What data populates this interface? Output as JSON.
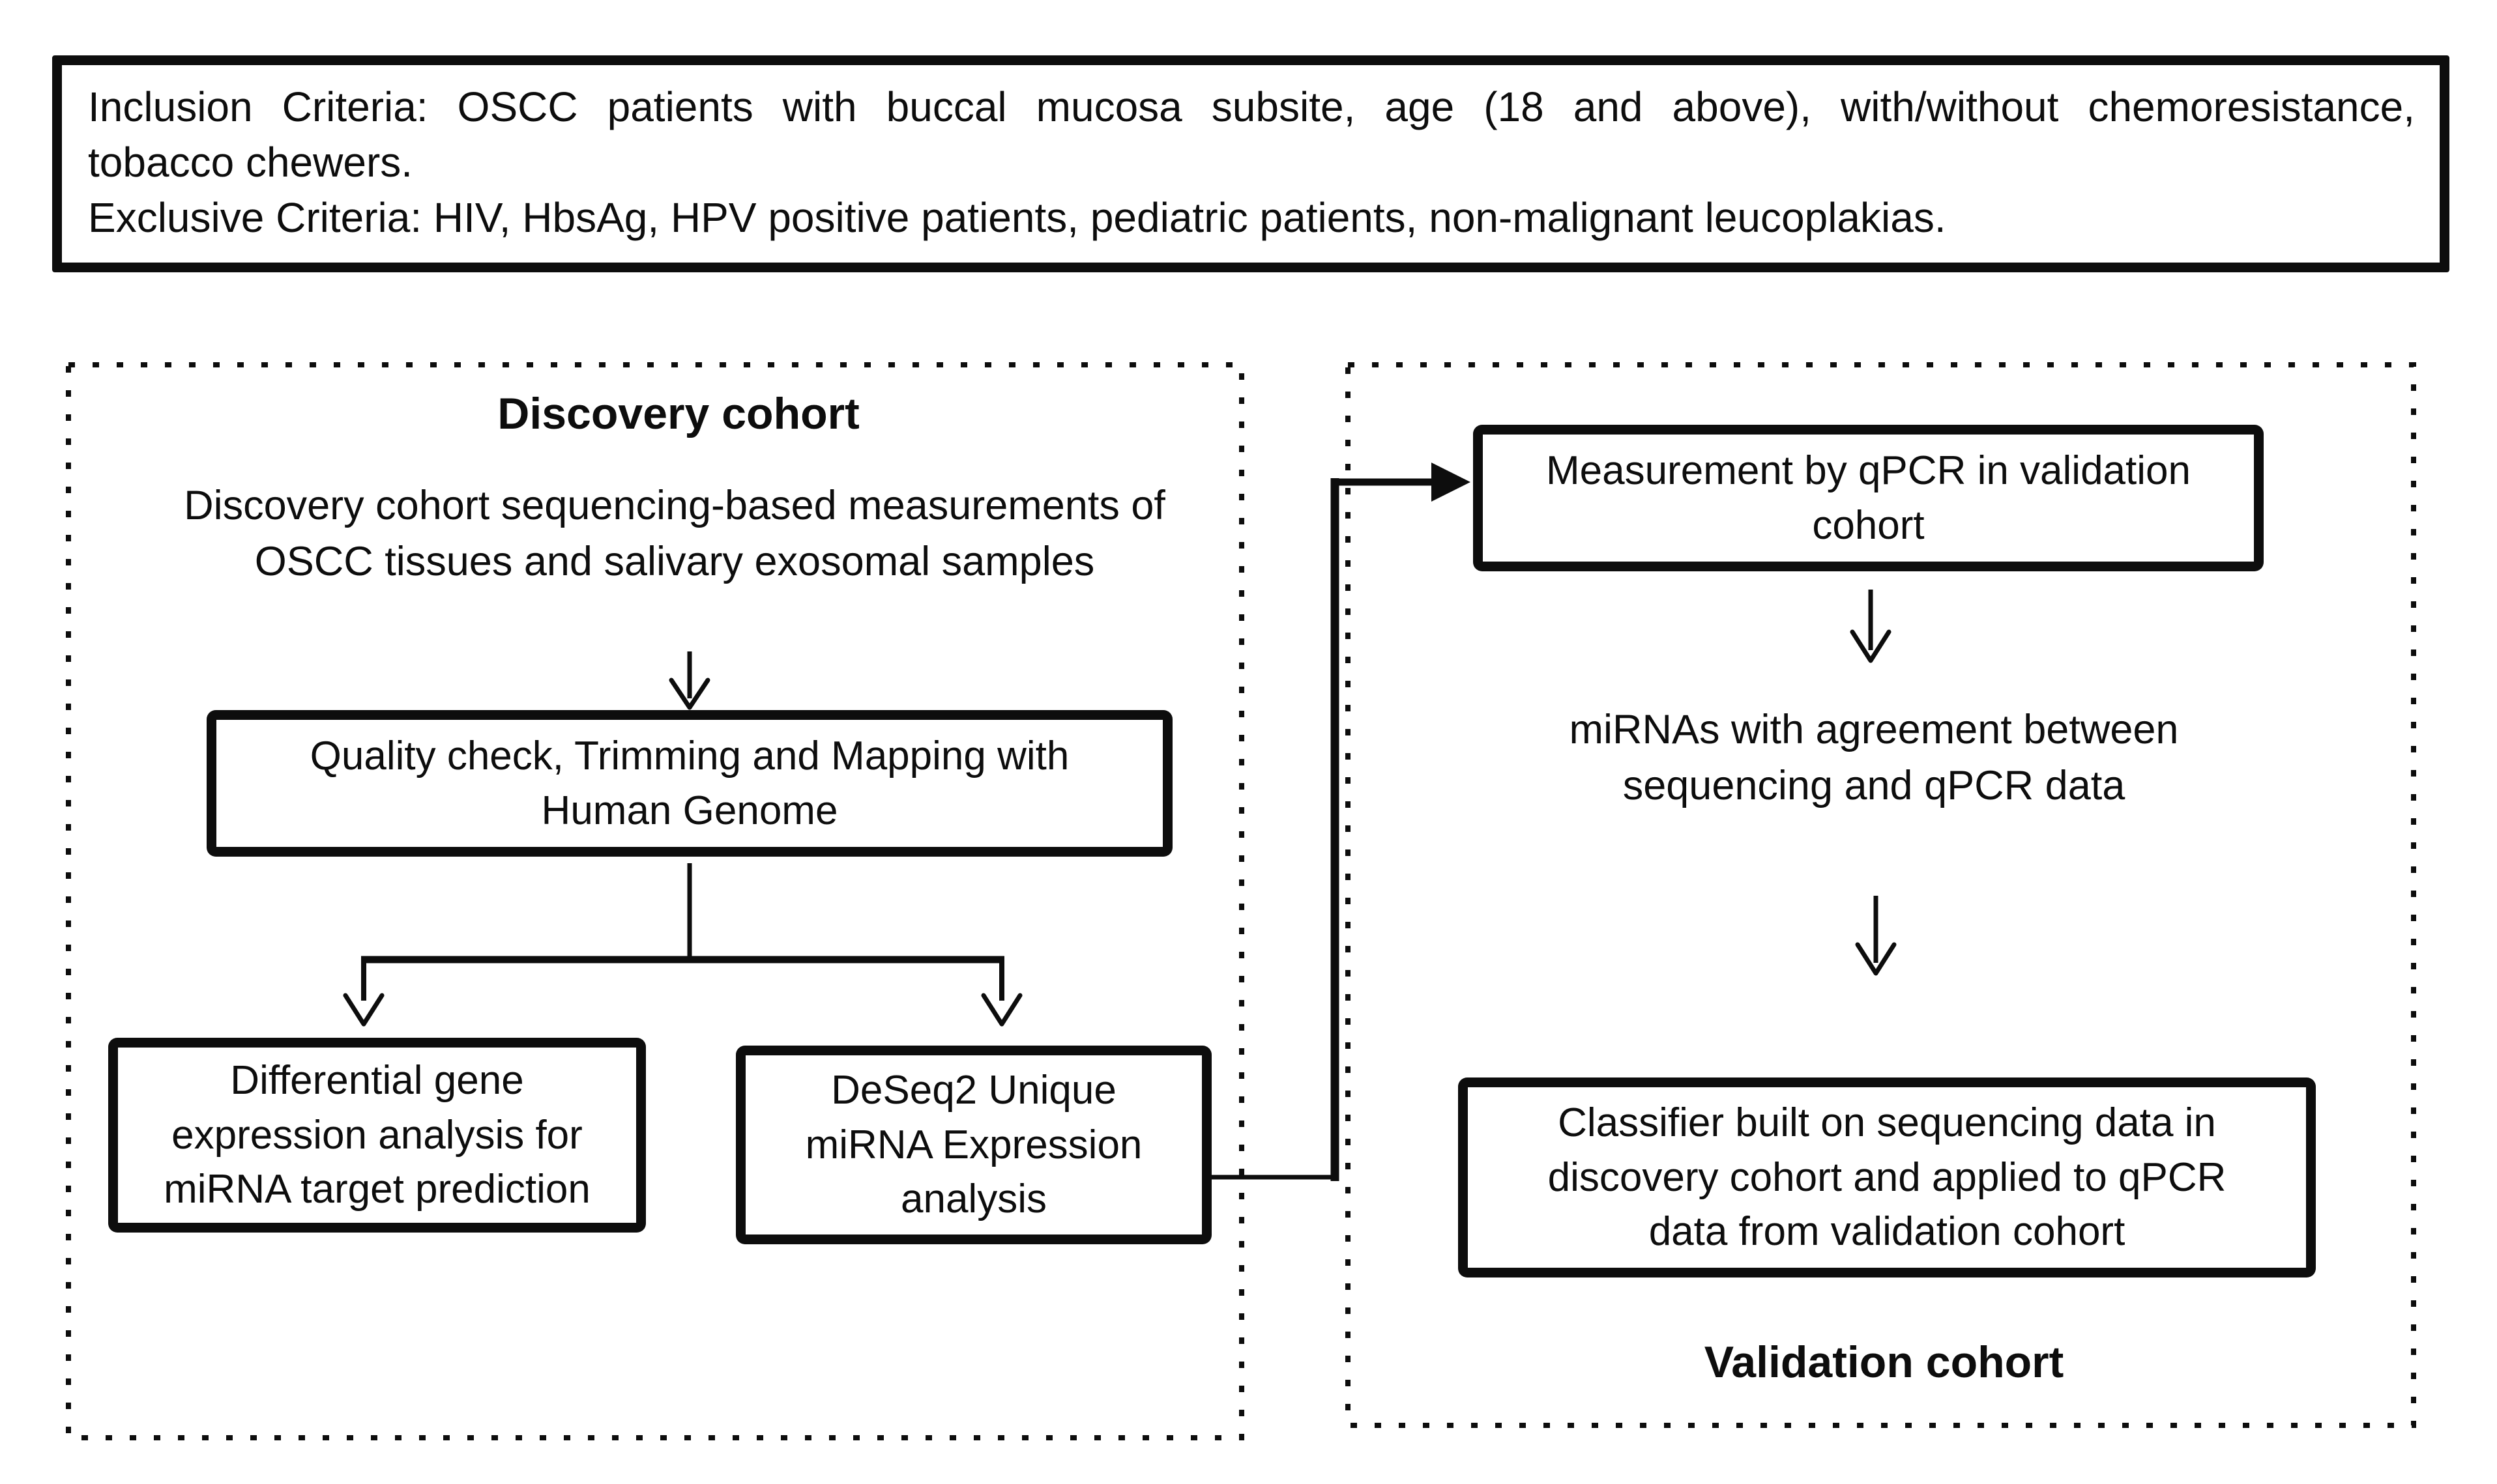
{
  "colors": {
    "ink": "#0d0d0d",
    "background": "#ffffff"
  },
  "criteria_box": {
    "inclusion_line1": "Inclusion Criteria: OSCC patients with buccal mucosa subsite, age (18 and above), with/without chemoresistance,",
    "inclusion_line2": "tobacco chewers.",
    "exclusion_line": "Exclusive Criteria: HIV, HbsAg, HPV positive patients, pediatric patients, non-malignant leucoplakias."
  },
  "discovery": {
    "region_title": "Discovery cohort",
    "intro": "Discovery cohort sequencing-based measurements of\nOSCC tissues and salivary exosomal samples",
    "quality_box": "Quality check, Trimming and Mapping with\nHuman Genome",
    "differential_box": "Differential gene\nexpression analysis for\nmiRNA target prediction",
    "deseq_box": "DeSeq2 Unique\nmiRNA Expression\nanalysis"
  },
  "validation": {
    "region_title": "Validation cohort",
    "measurement_box": "Measurement by qPCR in validation\ncohort",
    "agreement_note": "miRNAs with agreement between\nsequencing and qPCR data",
    "classifier_box": "Classifier built on sequencing data in\ndiscovery cohort and applied to qPCR\ndata from validation cohort"
  }
}
